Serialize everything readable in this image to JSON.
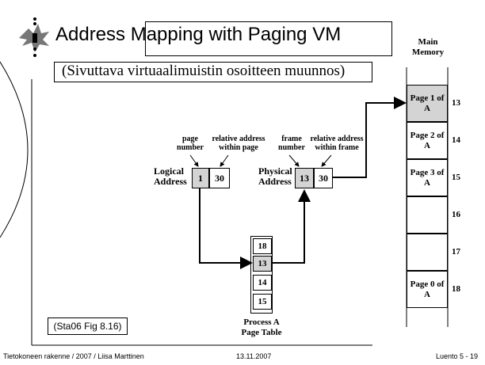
{
  "title": "Address Mapping with Paging VM",
  "subtitle": "(Sivuttava virtuaalimuistin osoitteen muunnos)",
  "diagram": {
    "main_memory_label": "Main Memory",
    "logical": {
      "label": "Logical Address",
      "top_left_label": "page number",
      "top_right_label": "relative address within page",
      "page": "1",
      "offset": "30"
    },
    "physical": {
      "label": "Physical Address",
      "top_left_label": "frame number",
      "top_right_label": "relative address within frame",
      "frame": "13",
      "offset": "30"
    },
    "page_table": {
      "label": "Process A Page Table",
      "entries": [
        "18",
        "13",
        "14",
        "15"
      ]
    },
    "memory_frames": [
      {
        "content": "Page 1 of A",
        "number": "13"
      },
      {
        "content": "Page 2 of A",
        "number": "14"
      },
      {
        "content": "Page 3 of A",
        "number": "15"
      },
      {
        "content": "",
        "number": "16"
      },
      {
        "content": "",
        "number": "17"
      },
      {
        "content": "Page 0 of A",
        "number": "18"
      }
    ]
  },
  "reference": "(Sta06 Fig 8.16)",
  "footer": {
    "left": "Tietokoneen rakenne / 2007 / Liisa Marttinen",
    "center": "13.11.2007",
    "right": "Luento 5 - 19"
  }
}
